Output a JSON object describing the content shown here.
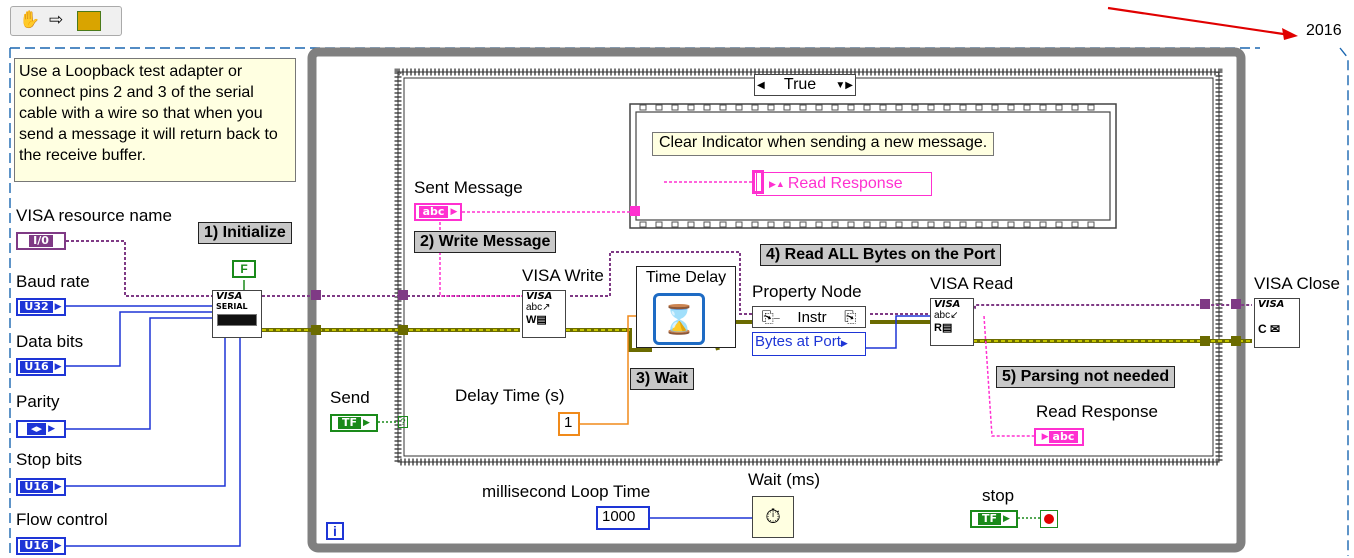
{
  "toolbar": {
    "year": "2016",
    "icons": [
      "hand-icon",
      "arrow-right-icon",
      "run-icon"
    ]
  },
  "comment": "Use a Loopback test adapter or connect pins 2 and 3 of the serial cable with a wire so that when you send a message it will return back to the receive buffer.",
  "controls": {
    "visa_resource": {
      "label": "VISA resource name",
      "type": "I/0"
    },
    "baud_rate": {
      "label": "Baud rate",
      "type": "U32"
    },
    "data_bits": {
      "label": "Data bits",
      "type": "U16"
    },
    "parity": {
      "label": "Parity",
      "type": "◂▸"
    },
    "stop_bits": {
      "label": "Stop bits",
      "type": "U16"
    },
    "flow_control": {
      "label": "Flow control",
      "type": "U16"
    },
    "send": {
      "label": "Send",
      "type": "TF"
    },
    "stop": {
      "label": "stop",
      "type": "TF"
    },
    "sent_message": {
      "label": "Sent Message",
      "type": "abc"
    },
    "delay_time": {
      "label": "Delay Time (s)",
      "value": "1"
    },
    "loop_time": {
      "label": "millisecond Loop Time",
      "value": "1000"
    }
  },
  "steps": {
    "initialize": "1) Initialize",
    "write": "2) Write Message",
    "wait": "3) Wait",
    "read_all": "4) Read ALL Bytes on the Port",
    "parsing": "5) Parsing not needed"
  },
  "nodes": {
    "visa_write": "VISA Write",
    "visa_read": "VISA Read",
    "visa_close": "VISA Close",
    "time_delay": "Time Delay",
    "property_node": "Property Node",
    "instr": "Instr",
    "bytes_at_port": "Bytes at Port",
    "wait_ms": "Wait (ms)",
    "read_response": "Read Response",
    "visa_glyph": "VISA",
    "serial_glyph": "SERIAL",
    "false_const": "F",
    "loop_index": "i"
  },
  "case": {
    "selector": "True",
    "comment": "Clear Indicator when sending a new message.",
    "local_var": "Read Response"
  },
  "colors": {
    "blue": "#1e35d6",
    "purple": "#7f3a85",
    "pink": "#ff30d0",
    "green": "#1a8a1a",
    "orange": "#f08a1a",
    "error": "#6b6b00"
  }
}
